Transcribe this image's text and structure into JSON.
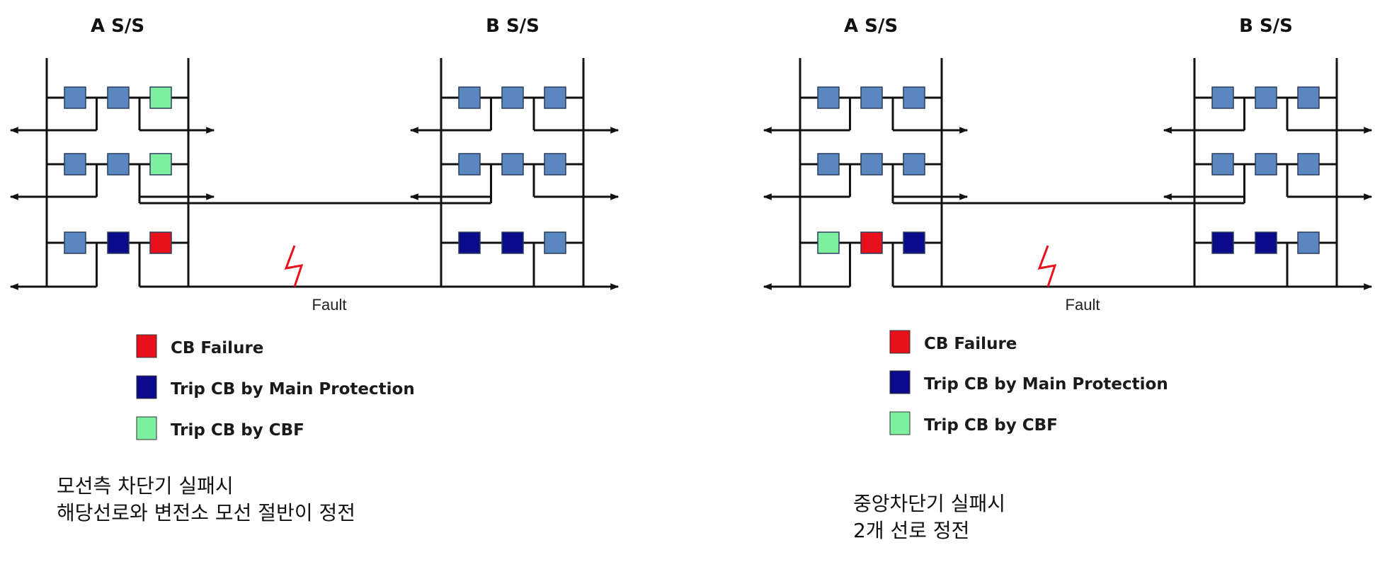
{
  "colors": {
    "normal": "#5a87c0",
    "cb_failure": "#e8101a",
    "trip_main": "#0a0a8a",
    "trip_cbf": "#7df0a0",
    "line": "#111111",
    "fault": "#e8101a"
  },
  "diagrams": [
    {
      "a_label": "A S/S",
      "b_label": "B S/S",
      "fault_label": "Fault",
      "a_cbs": [
        [
          "normal",
          "normal",
          "trip_cbf"
        ],
        [
          "normal",
          "normal",
          "trip_cbf"
        ],
        [
          "normal",
          "trip_main",
          "cb_failure"
        ]
      ],
      "b_cbs": [
        [
          "normal",
          "normal",
          "normal"
        ],
        [
          "normal",
          "normal",
          "normal"
        ],
        [
          "trip_main",
          "trip_main",
          "normal"
        ]
      ],
      "legend": [
        {
          "status": "cb_failure",
          "label": "CB Failure"
        },
        {
          "status": "trip_main",
          "label": "Trip CB by Main Protection"
        },
        {
          "status": "trip_cbf",
          "label": "Trip CB by CBF"
        }
      ],
      "caption": [
        "모선측 차단기 실패시",
        "해당선로와 변전소 모선 절반이 정전"
      ]
    },
    {
      "a_label": "A S/S",
      "b_label": "B S/S",
      "fault_label": "Fault",
      "a_cbs": [
        [
          "normal",
          "normal",
          "normal"
        ],
        [
          "normal",
          "normal",
          "normal"
        ],
        [
          "trip_cbf",
          "cb_failure",
          "trip_main"
        ]
      ],
      "b_cbs": [
        [
          "normal",
          "normal",
          "normal"
        ],
        [
          "normal",
          "normal",
          "normal"
        ],
        [
          "trip_main",
          "trip_main",
          "normal"
        ]
      ],
      "legend": [
        {
          "status": "cb_failure",
          "label": "CB Failure"
        },
        {
          "status": "trip_main",
          "label": "Trip CB by Main Protection"
        },
        {
          "status": "trip_cbf",
          "label": "Trip CB by CBF"
        }
      ],
      "caption": [
        "중앙차단기 실패시",
        "2개 선로 정전"
      ]
    }
  ]
}
